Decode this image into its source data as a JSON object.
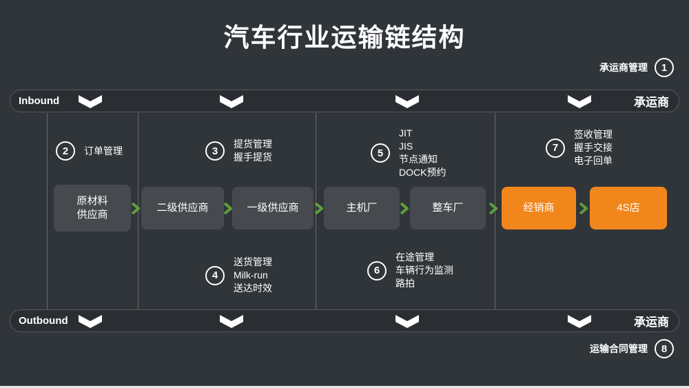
{
  "title": "汽车行业运输链结构",
  "colors": {
    "background": "#30353a",
    "box_gray": "#46494e",
    "box_orange": "#f1861c",
    "arrow_green": "#5f9e3c",
    "text": "#ffffff"
  },
  "top_note": {
    "label": "承运商管理",
    "number": "1"
  },
  "bottom_note": {
    "label": "运输合同管理",
    "number": "8"
  },
  "bands": {
    "inbound": {
      "left_label": "Inbound",
      "right_label": "承运商"
    },
    "outbound": {
      "left_label": "Outbound",
      "right_label": "承运商"
    }
  },
  "annotations": {
    "a2": {
      "number": "2",
      "text": [
        "订单管理"
      ]
    },
    "a3": {
      "number": "3",
      "text": [
        "提货管理",
        "握手提货"
      ]
    },
    "a5": {
      "number": "5",
      "text": [
        "JIT",
        "JIS",
        "节点通知",
        "DOCK预约"
      ]
    },
    "a7": {
      "number": "7",
      "text": [
        "签收管理",
        "握手交接",
        "电子回单"
      ]
    },
    "a4": {
      "number": "4",
      "text": [
        "送货管理",
        "Milk-run",
        "送达时效"
      ]
    },
    "a6": {
      "number": "6",
      "text": [
        "在途管理",
        "车辆行为监测",
        "路拍"
      ]
    }
  },
  "chain": {
    "boxes": [
      {
        "label": [
          "原材料",
          "供应商"
        ],
        "type": "gray"
      },
      {
        "label": [
          "二级供应商"
        ],
        "type": "gray"
      },
      {
        "label": [
          "一级供应商"
        ],
        "type": "gray"
      },
      {
        "label": [
          "主机厂"
        ],
        "type": "gray"
      },
      {
        "label": [
          "整车厂"
        ],
        "type": "gray"
      },
      {
        "label": [
          "经销商"
        ],
        "type": "orange"
      },
      {
        "label": [
          "4S店"
        ],
        "type": "orange"
      }
    ]
  }
}
